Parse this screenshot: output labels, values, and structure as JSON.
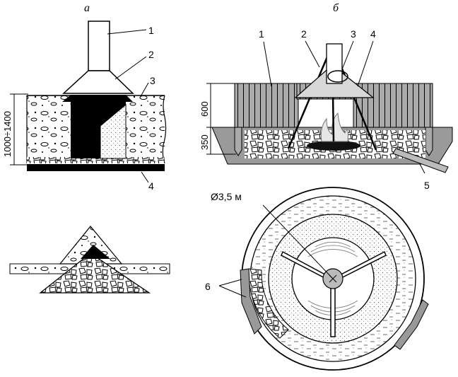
{
  "panels": {
    "a": {
      "letter": "а"
    },
    "b": {
      "letter": "б"
    }
  },
  "panel_a": {
    "callouts": [
      "1",
      "2",
      "3",
      "4"
    ],
    "dimension": "1000÷1400"
  },
  "panel_b": {
    "callouts": [
      "1",
      "2",
      "3",
      "4",
      "5",
      "6"
    ],
    "dim_top": "600",
    "dim_bottom": "350",
    "diameter": "Ø3,5 м"
  }
}
